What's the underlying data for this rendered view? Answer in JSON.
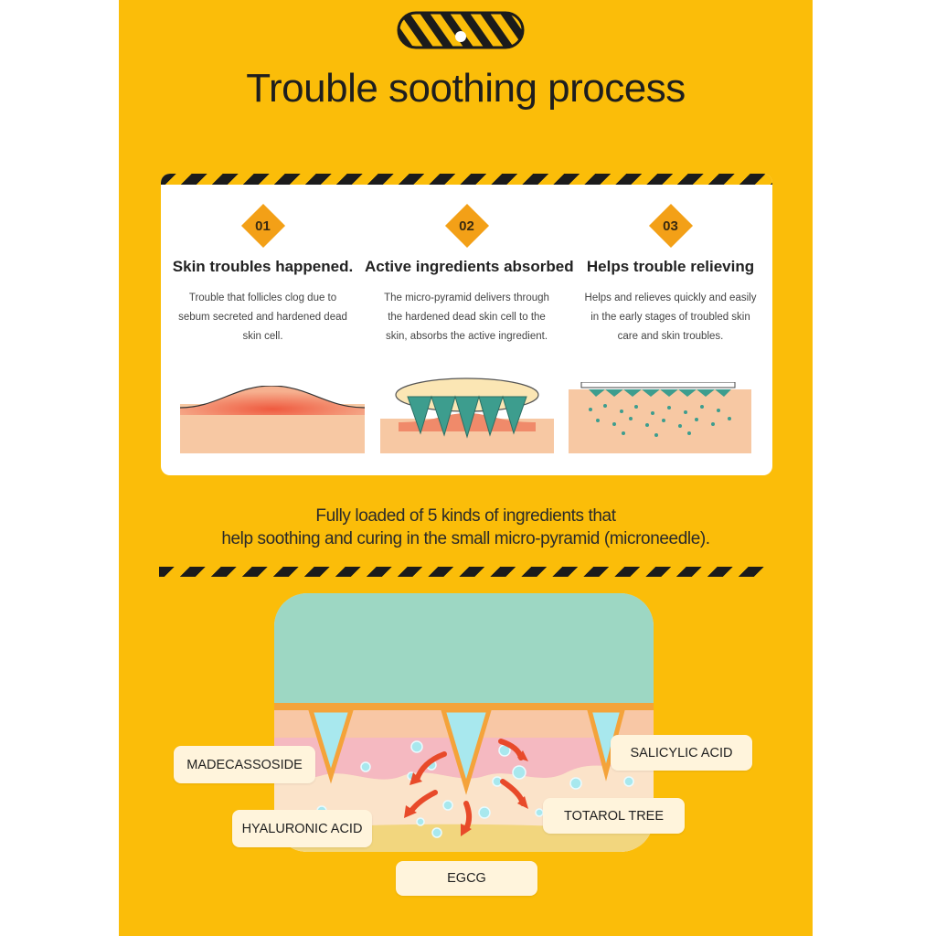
{
  "header": {
    "title": "Trouble soothing process"
  },
  "steps": [
    {
      "number": "01",
      "title": "Skin troubles happened.",
      "description": "Trouble that follicles clog due to sebum secreted and hardened dead skin cell."
    },
    {
      "number": "02",
      "title": "Active ingredients absorbed",
      "description": "The micro-pyramid delivers through the hardened dead skin cell to the skin, absorbs the active ingredient."
    },
    {
      "number": "03",
      "title": "Helps trouble relieving",
      "description": "Helps and relieves quickly and easily in the early stages of troubled skin care and skin troubles."
    }
  ],
  "tagline": {
    "line1": "Fully loaded of 5 kinds of ingredients that",
    "line2": "help soothing and curing in the small micro-pyramid (microneedle)."
  },
  "ingredients": {
    "madecassoside": "MADECASSOSIDE",
    "salicylic_acid": "SALICYLIC ACID",
    "hyaluronic_acid": "HYALURONIC ACID",
    "totarol_tree": "TOTAROL TREE",
    "egcg": "EGCG"
  },
  "colors": {
    "background": "#fbbd09",
    "accent": "#f3a017",
    "stripe_dark": "#1b1b1b",
    "patch_teal": "#9dd7c3",
    "arrow_red": "#e84a2a"
  },
  "icons": [
    "striped-badge-icon",
    "step-diamond-icon",
    "red-arrow-icon"
  ]
}
